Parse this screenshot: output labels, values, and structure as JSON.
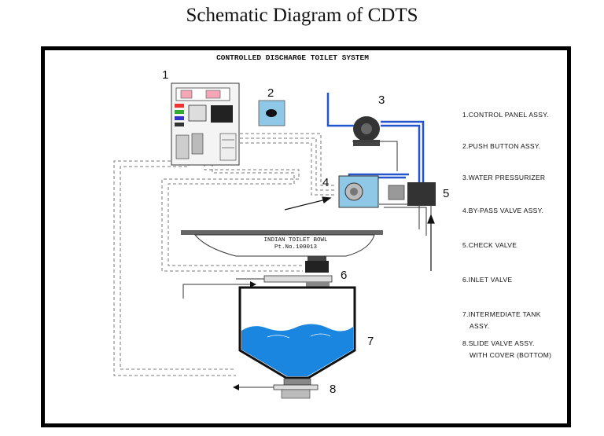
{
  "title": "Schematic Diagram of CDTS",
  "diagram_heading": "CONTROLLED DISCHARGE TOILET SYSTEM",
  "bowl_label_1": "INDIAN TOILET BOWL",
  "bowl_label_2": "Pt.No.100013",
  "callouts": [
    "1",
    "2",
    "3",
    "4",
    "5",
    "6",
    "7",
    "8"
  ],
  "legend": [
    "1.CONTROL PANEL ASSY.",
    "2.PUSH BUTTON ASSY.",
    "3.WATER PRESSURIZER",
    "4.BY-PASS VALVE ASSY.",
    "5.CHECK VALVE",
    "6.INLET VALVE",
    "7.INTERMEDIATE TANK",
    "ASSY.",
    "8.SLIDE VALVE ASSY.",
    "WITH COVER (BOTTOM)"
  ],
  "colors": {
    "pipe_blue": "#2255cc",
    "water": "#1a86e0",
    "panel_box": "#8fc7e6"
  }
}
